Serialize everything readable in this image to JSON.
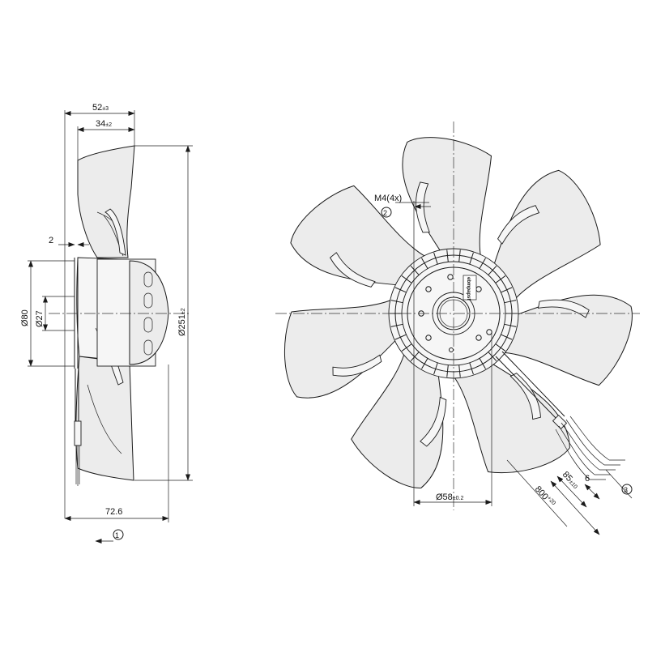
{
  "dimensions": {
    "width_overall": {
      "value": "52",
      "tol": "±3"
    },
    "width_blade": {
      "value": "34",
      "tol": "±2"
    },
    "offset": {
      "value": "2"
    },
    "hub_outer": {
      "value": "Ø80"
    },
    "shaft": {
      "value": "Ø27"
    },
    "fan_diameter": {
      "value": "Ø251",
      "tol": "±2"
    },
    "mount_depth": {
      "value": "72.6"
    },
    "thread": {
      "value": "M4(4x)"
    },
    "hole_circle": {
      "value": "Ø58",
      "tol": "±0.2"
    },
    "cable_length": {
      "value": "800",
      "tol": "+20"
    },
    "strip_length": {
      "value": "85",
      "tol": "±10"
    },
    "wire_strip": {
      "value": "6"
    }
  },
  "callouts": {
    "c1": "1",
    "c2": "2",
    "c3": "3"
  },
  "brand_label": "ebmpapst"
}
